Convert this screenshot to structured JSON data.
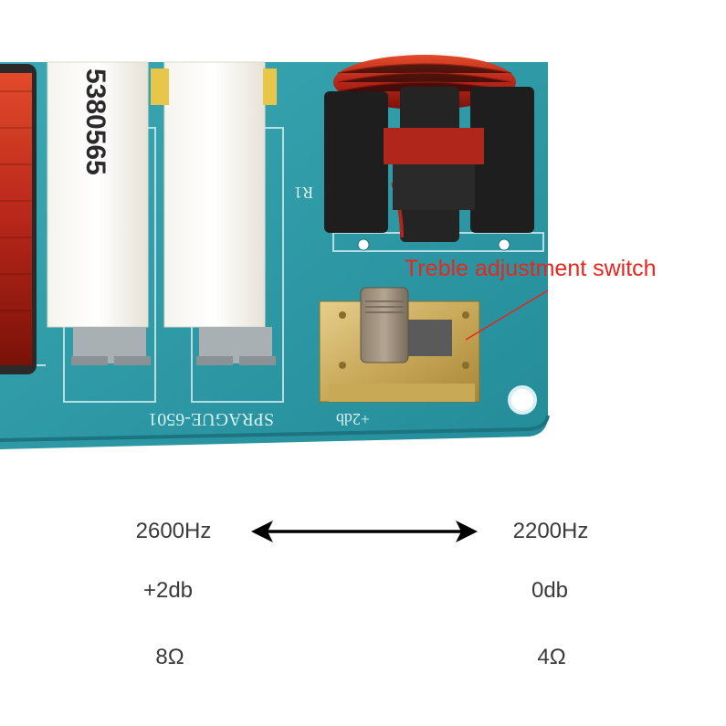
{
  "photo": {
    "callout": "Treble adjustment switch",
    "resistor_marking": "5380565",
    "silkscreen_sprague": "SPRAGUE-6501",
    "silkscreen_r1": "R1",
    "silkscreen_switch": "+2db"
  },
  "settings": {
    "left": {
      "frequency": "2600Hz",
      "gain": "+2db",
      "impedance": "8Ω"
    },
    "right": {
      "frequency": "2200Hz",
      "gain": "0db",
      "impedance": "4Ω"
    }
  },
  "colors": {
    "board": "#2e9aa6",
    "callout": "#e8261f",
    "text": "#3a3a3a",
    "arrow": "#000000"
  }
}
